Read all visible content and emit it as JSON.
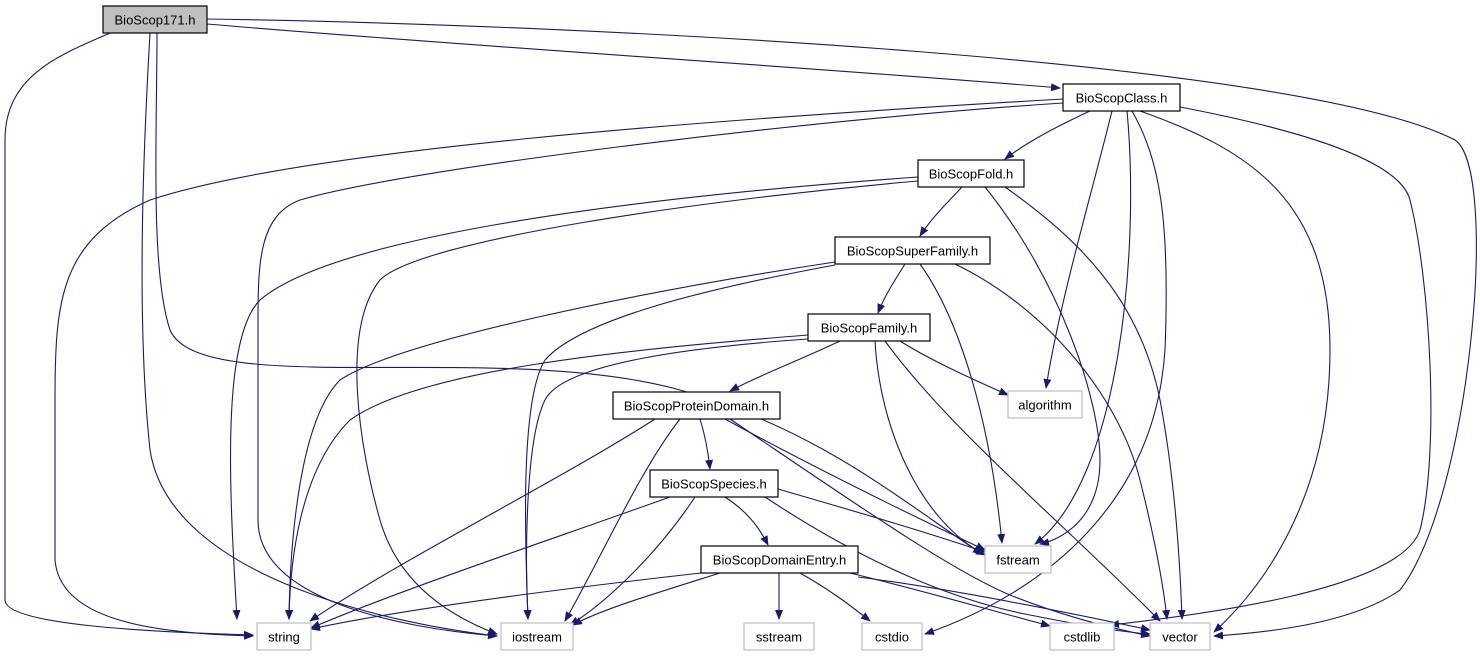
{
  "nodes": [
    {
      "id": "BioScop171.h",
      "label": "BioScop171.h",
      "kind": "root"
    },
    {
      "id": "BioScopClass.h",
      "label": "BioScopClass.h",
      "kind": "header"
    },
    {
      "id": "BioScopFold.h",
      "label": "BioScopFold.h",
      "kind": "header"
    },
    {
      "id": "BioScopSuperFamily.h",
      "label": "BioScopSuperFamily.h",
      "kind": "header"
    },
    {
      "id": "BioScopFamily.h",
      "label": "BioScopFamily.h",
      "kind": "header"
    },
    {
      "id": "algorithm",
      "label": "algorithm",
      "kind": "external"
    },
    {
      "id": "BioScopProteinDomain.h",
      "label": "BioScopProteinDomain.h",
      "kind": "header"
    },
    {
      "id": "BioScopSpecies.h",
      "label": "BioScopSpecies.h",
      "kind": "header"
    },
    {
      "id": "fstream",
      "label": "fstream",
      "kind": "external"
    },
    {
      "id": "BioScopDomainEntry.h",
      "label": "BioScopDomainEntry.h",
      "kind": "header"
    },
    {
      "id": "string",
      "label": "string",
      "kind": "external"
    },
    {
      "id": "iostream",
      "label": "iostream",
      "kind": "external"
    },
    {
      "id": "sstream",
      "label": "sstream",
      "kind": "external"
    },
    {
      "id": "cstdio",
      "label": "cstdio",
      "kind": "external"
    },
    {
      "id": "cstdlib",
      "label": "cstdlib",
      "kind": "external"
    },
    {
      "id": "vector",
      "label": "vector",
      "kind": "external"
    }
  ],
  "edges": [
    {
      "from": "BioScop171.h",
      "to": "BioScopClass.h"
    },
    {
      "from": "BioScop171.h",
      "to": "string"
    },
    {
      "from": "BioScop171.h",
      "to": "iostream"
    },
    {
      "from": "BioScop171.h",
      "to": "fstream"
    },
    {
      "from": "BioScop171.h",
      "to": "vector"
    },
    {
      "from": "BioScopClass.h",
      "to": "BioScopFold.h"
    },
    {
      "from": "BioScopClass.h",
      "to": "string"
    },
    {
      "from": "BioScopClass.h",
      "to": "iostream"
    },
    {
      "from": "BioScopClass.h",
      "to": "algorithm"
    },
    {
      "from": "BioScopClass.h",
      "to": "fstream"
    },
    {
      "from": "BioScopClass.h",
      "to": "cstdio"
    },
    {
      "from": "BioScopClass.h",
      "to": "vector"
    },
    {
      "from": "BioScopClass.h",
      "to": "cstdlib"
    },
    {
      "from": "BioScopFold.h",
      "to": "BioScopSuperFamily.h"
    },
    {
      "from": "BioScopFold.h",
      "to": "string"
    },
    {
      "from": "BioScopFold.h",
      "to": "iostream"
    },
    {
      "from": "BioScopFold.h",
      "to": "fstream"
    },
    {
      "from": "BioScopFold.h",
      "to": "vector"
    },
    {
      "from": "BioScopSuperFamily.h",
      "to": "BioScopFamily.h"
    },
    {
      "from": "BioScopSuperFamily.h",
      "to": "string"
    },
    {
      "from": "BioScopSuperFamily.h",
      "to": "iostream"
    },
    {
      "from": "BioScopSuperFamily.h",
      "to": "fstream"
    },
    {
      "from": "BioScopSuperFamily.h",
      "to": "vector"
    },
    {
      "from": "BioScopFamily.h",
      "to": "BioScopProteinDomain.h"
    },
    {
      "from": "BioScopFamily.h",
      "to": "algorithm"
    },
    {
      "from": "BioScopFamily.h",
      "to": "string"
    },
    {
      "from": "BioScopFamily.h",
      "to": "iostream"
    },
    {
      "from": "BioScopFamily.h",
      "to": "fstream"
    },
    {
      "from": "BioScopFamily.h",
      "to": "vector"
    },
    {
      "from": "BioScopProteinDomain.h",
      "to": "BioScopSpecies.h"
    },
    {
      "from": "BioScopProteinDomain.h",
      "to": "string"
    },
    {
      "from": "BioScopProteinDomain.h",
      "to": "iostream"
    },
    {
      "from": "BioScopProteinDomain.h",
      "to": "fstream"
    },
    {
      "from": "BioScopProteinDomain.h",
      "to": "vector"
    },
    {
      "from": "BioScopSpecies.h",
      "to": "BioScopDomainEntry.h"
    },
    {
      "from": "BioScopSpecies.h",
      "to": "string"
    },
    {
      "from": "BioScopSpecies.h",
      "to": "iostream"
    },
    {
      "from": "BioScopSpecies.h",
      "to": "fstream"
    },
    {
      "from": "BioScopSpecies.h",
      "to": "vector"
    },
    {
      "from": "BioScopDomainEntry.h",
      "to": "string"
    },
    {
      "from": "BioScopDomainEntry.h",
      "to": "iostream"
    },
    {
      "from": "BioScopDomainEntry.h",
      "to": "sstream"
    },
    {
      "from": "BioScopDomainEntry.h",
      "to": "cstdio"
    },
    {
      "from": "BioScopDomainEntry.h",
      "to": "cstdlib"
    },
    {
      "from": "BioScopDomainEntry.h",
      "to": "vector"
    }
  ],
  "colors": {
    "edge": "#191970",
    "node_border": "#000000",
    "external_border": "#bfbfbf",
    "root_fill": "#bfbfbf",
    "background": "#ffffff"
  }
}
